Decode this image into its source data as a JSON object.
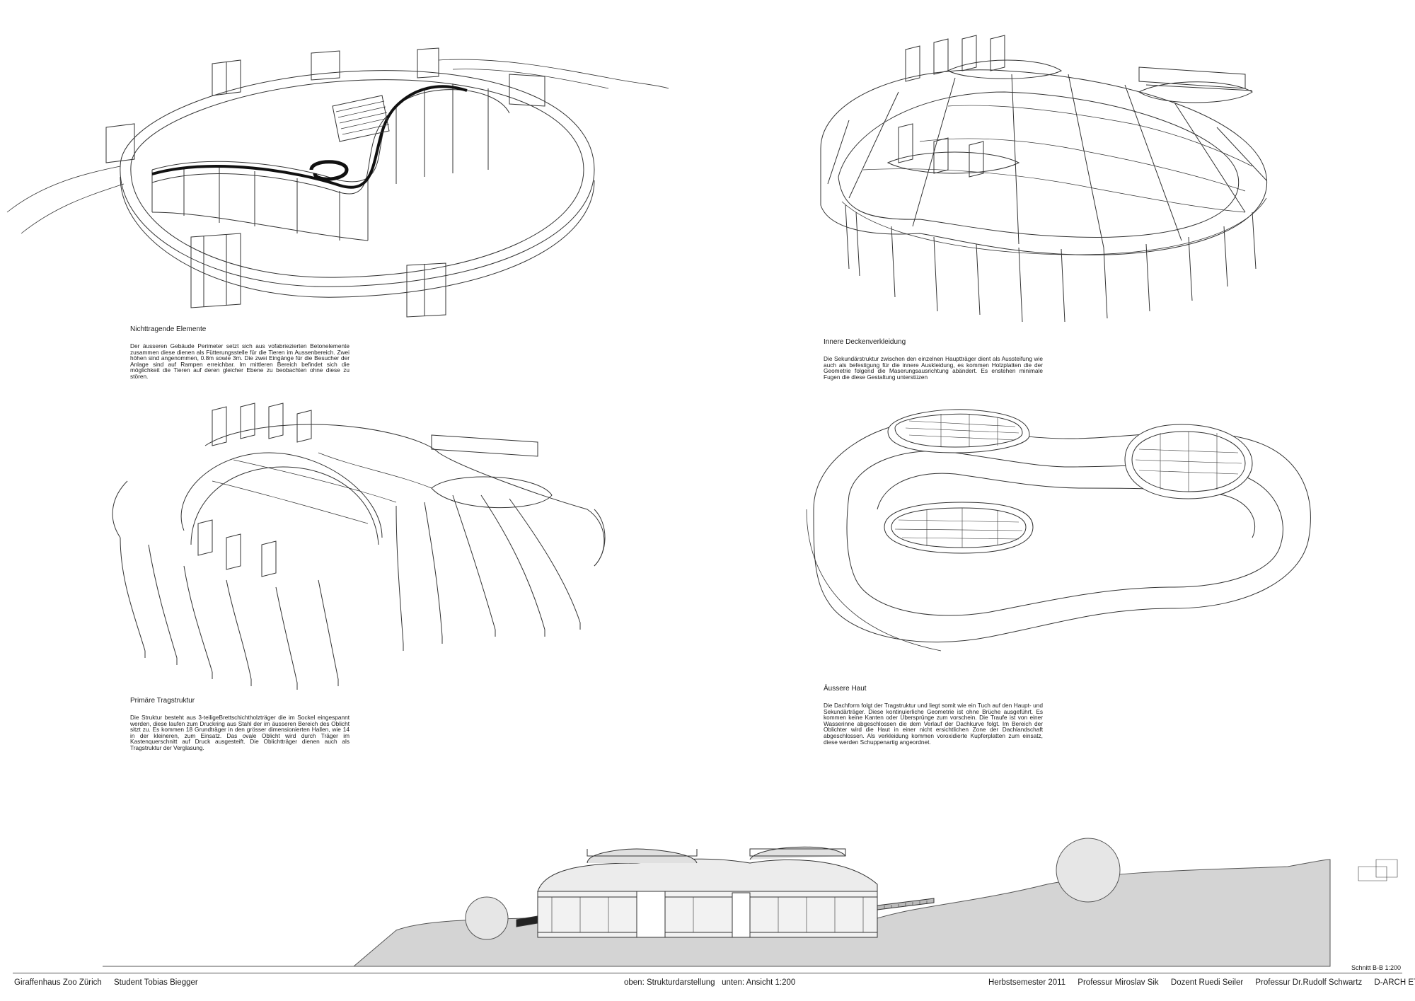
{
  "panels": {
    "nichttragende": {
      "title": "Nichttragende Elemente",
      "text": "Der äusseren Gebäude Perimeter setzt sich aus vofabriezierten Betonelemente zusammen diese dienen als Fütterungsstelle für die Tieren im Aussenbereich. Zwei höhen sind angenommen, 0.8m sowie 3m. Die zwei Eingänge für die Besucher der Anlage sind auf Rampen erreichbar. Im mittleren Bereich befindet sich die möglichkeit die Tieren auf deren gleicher Ebene zu beobachten ohne diese zu stören."
    },
    "deckenverkleidung": {
      "title": "Innere Deckenverkleidung",
      "text": "Die Sekundärstruktur zwischen den einzelnen Hauptträger dient als Aussteifung wie auch als befestigung für die innere Auskleidung, es kommen Holzplatten die der Geometrie folgend die Maserungsausrichtung abändert. Es enstehen minimale Fugen die diese Gestaltung unterstüzen"
    },
    "tragstruktur": {
      "title": "Primäre Tragstruktur",
      "text": "Die Struktur besteht aus 3-teiligeBrettschichtholzträger die im Sockel eingespannt werden, diese laufen zum Druckring aus Stahl der im äusseren Bereich des Oblicht sitzt zu. Es kommen 18 Grundträger in den grösser dimensionierten Hallen, wie 14 in der kleineren, zum Einsatz. Das ovale Oblicht wird durch Träger im Kastenquerschnitt auf Druck ausgesteift. Die Oblichtträger dienen auch als Tragstruktur der Verglasung."
    },
    "haut": {
      "title": "Äussere Haut",
      "text": "Die Dachform folgt der Tragstruktur und liegt somit wie ein Tuch auf den Haupt- und Sekundärträger. Diese kontinuierliche Geometrie ist ohne Brüche ausgeführt. Es kommen keine Kanten oder Übersprünge zum vorschein. Die Traufe ist von einer Wasserinne abgeschlossen die dem Verlauf der Dachkurve folgt. Im Bereich der Oblichter wird die Haut in einer nicht ersichtlichen Zone der Dachlandschaft abgeschlossen. Als verkleidung kommen voroxidierte Kupferplatten zum einsatz, diese werden Schuppenartig angeordnet."
    }
  },
  "section_label": "Schnitt B-B 1:200",
  "footer": {
    "project": "Giraffenhaus Zoo Zürich",
    "student": "Student Tobias Biegger",
    "caption": "oben: Strukturdarstellung   unten: Ansicht 1:200",
    "semester": "Herbstsemester 2011",
    "professor1": "Professur Miroslav Sik",
    "dozent": "Dozent Ruedi Seiler",
    "professor2": "Professur Dr.Rudolf Schwartz",
    "institution": "D-ARCH ETH Zürich"
  },
  "colors": {
    "line": "#333333",
    "ground": "#d4d4d4",
    "tree": "#e6e6e6"
  }
}
